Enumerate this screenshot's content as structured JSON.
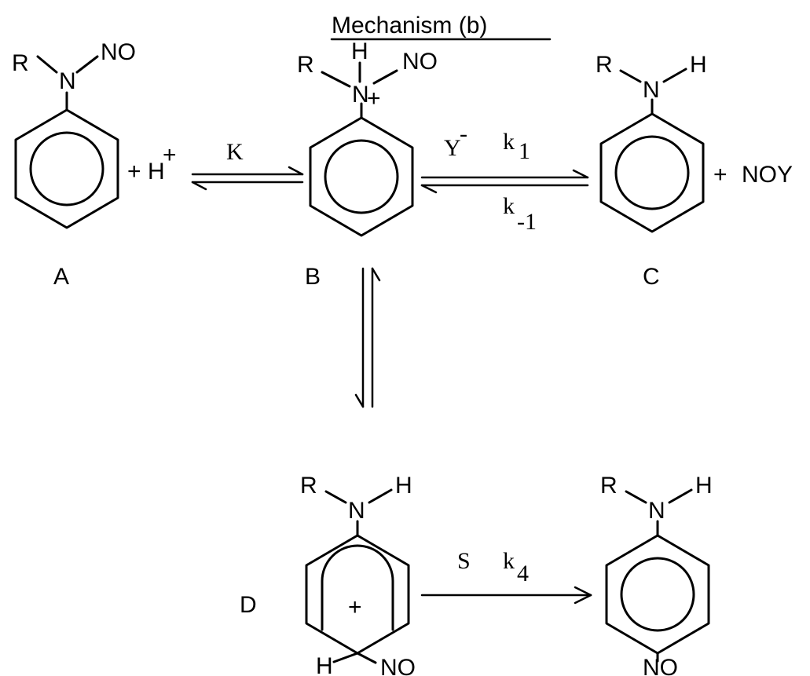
{
  "title": "Mechanism (b)",
  "atoms": {
    "R": "R",
    "N": "N",
    "H": "H",
    "NO": "NO",
    "plus": "+"
  },
  "reagents": {
    "proton": "H",
    "proton_charge": "+",
    "nitrosyl_product": "NOY",
    "plus_sign": "+"
  },
  "labels": {
    "A": "A",
    "B": "B",
    "C": "C",
    "D": "D"
  },
  "arrows": {
    "AB_constant": "K",
    "BC_reagent": "Y",
    "BC_reagent_charge": "-",
    "BC_forward": "k",
    "BC_forward_sub": "1",
    "BC_reverse": "k",
    "BC_reverse_sub": "-1",
    "DE_reagent": "S",
    "DE_rate": "k",
    "DE_rate_sub": "4"
  }
}
